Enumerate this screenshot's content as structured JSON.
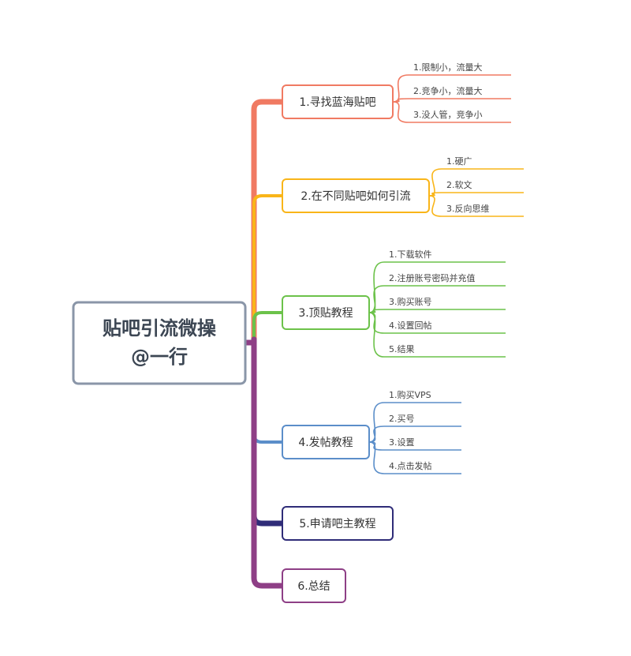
{
  "root": {
    "line1": "贴吧引流微操",
    "line2": "@一行"
  },
  "branches": [
    {
      "label": "1.寻找蓝海贴吧",
      "color": "#f07a62",
      "leaves": [
        "1.限制小，流量大",
        "2.竞争小，流量大",
        "3.没人管，竞争小"
      ]
    },
    {
      "label": "2.在不同贴吧如何引流",
      "color": "#f9b519",
      "leaves": [
        "1.硬广",
        "2.软文",
        "3.反向思维"
      ]
    },
    {
      "label": "3.顶贴教程",
      "color": "#6cc24a",
      "leaves": [
        "1.下载软件",
        "2.注册账号密码并充值",
        "3.购买账号",
        "4.设置回帖",
        "5.结果"
      ]
    },
    {
      "label": "4.发帖教程",
      "color": "#5b8ec9",
      "leaves": [
        "1.购买VPS",
        "2.买号",
        "3.设置",
        "4.点击发帖"
      ]
    },
    {
      "label": "5.申请吧主教程",
      "color": "#2f2c78",
      "leaves": []
    },
    {
      "label": "6.总结",
      "color": "#8e3f86",
      "leaves": []
    }
  ],
  "colors": {
    "root_border": "#8a96a8",
    "root_text": "#3c4653"
  }
}
